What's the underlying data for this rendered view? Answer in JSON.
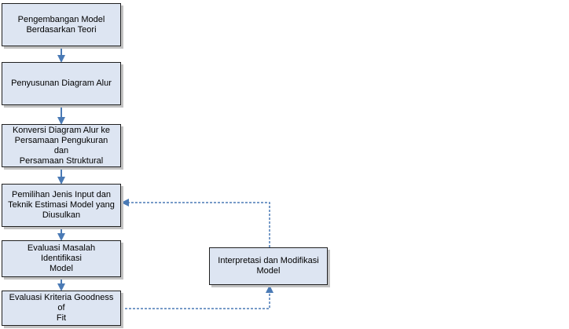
{
  "diagram": {
    "nodes": [
      {
        "id": "model-development",
        "label": "Pengembangan Model\nBerdasarkan Teori"
      },
      {
        "id": "path-diagram",
        "label": "Penyusunan Diagram Alur"
      },
      {
        "id": "conversion",
        "label": "Konversi Diagram Alur ke\nPersamaan Pengukuran dan\nPersamaan Struktural"
      },
      {
        "id": "input-selection",
        "label": "Pemilihan Jenis Input dan\nTeknik Estimasi Model yang\nDiusulkan"
      },
      {
        "id": "identification",
        "label": "Evaluasi Masalah Identifikasi\nModel"
      },
      {
        "id": "goodness-of-fit",
        "label": "Evaluasi Kriteria Goodness of\nFit"
      },
      {
        "id": "interpretation",
        "label": "Interpretasi dan Modifikasi\nModel"
      }
    ],
    "edges": [
      {
        "from": "model-development",
        "to": "path-diagram",
        "style": "solid"
      },
      {
        "from": "path-diagram",
        "to": "conversion",
        "style": "solid"
      },
      {
        "from": "conversion",
        "to": "input-selection",
        "style": "solid"
      },
      {
        "from": "input-selection",
        "to": "identification",
        "style": "solid"
      },
      {
        "from": "identification",
        "to": "goodness-of-fit",
        "style": "solid"
      },
      {
        "from": "goodness-of-fit",
        "to": "interpretation",
        "style": "dashed"
      },
      {
        "from": "interpretation",
        "to": "input-selection",
        "style": "dashed"
      }
    ],
    "colors": {
      "box_fill": "#dde5f2",
      "box_border": "#202020",
      "connector": "#4a7ab5"
    }
  }
}
